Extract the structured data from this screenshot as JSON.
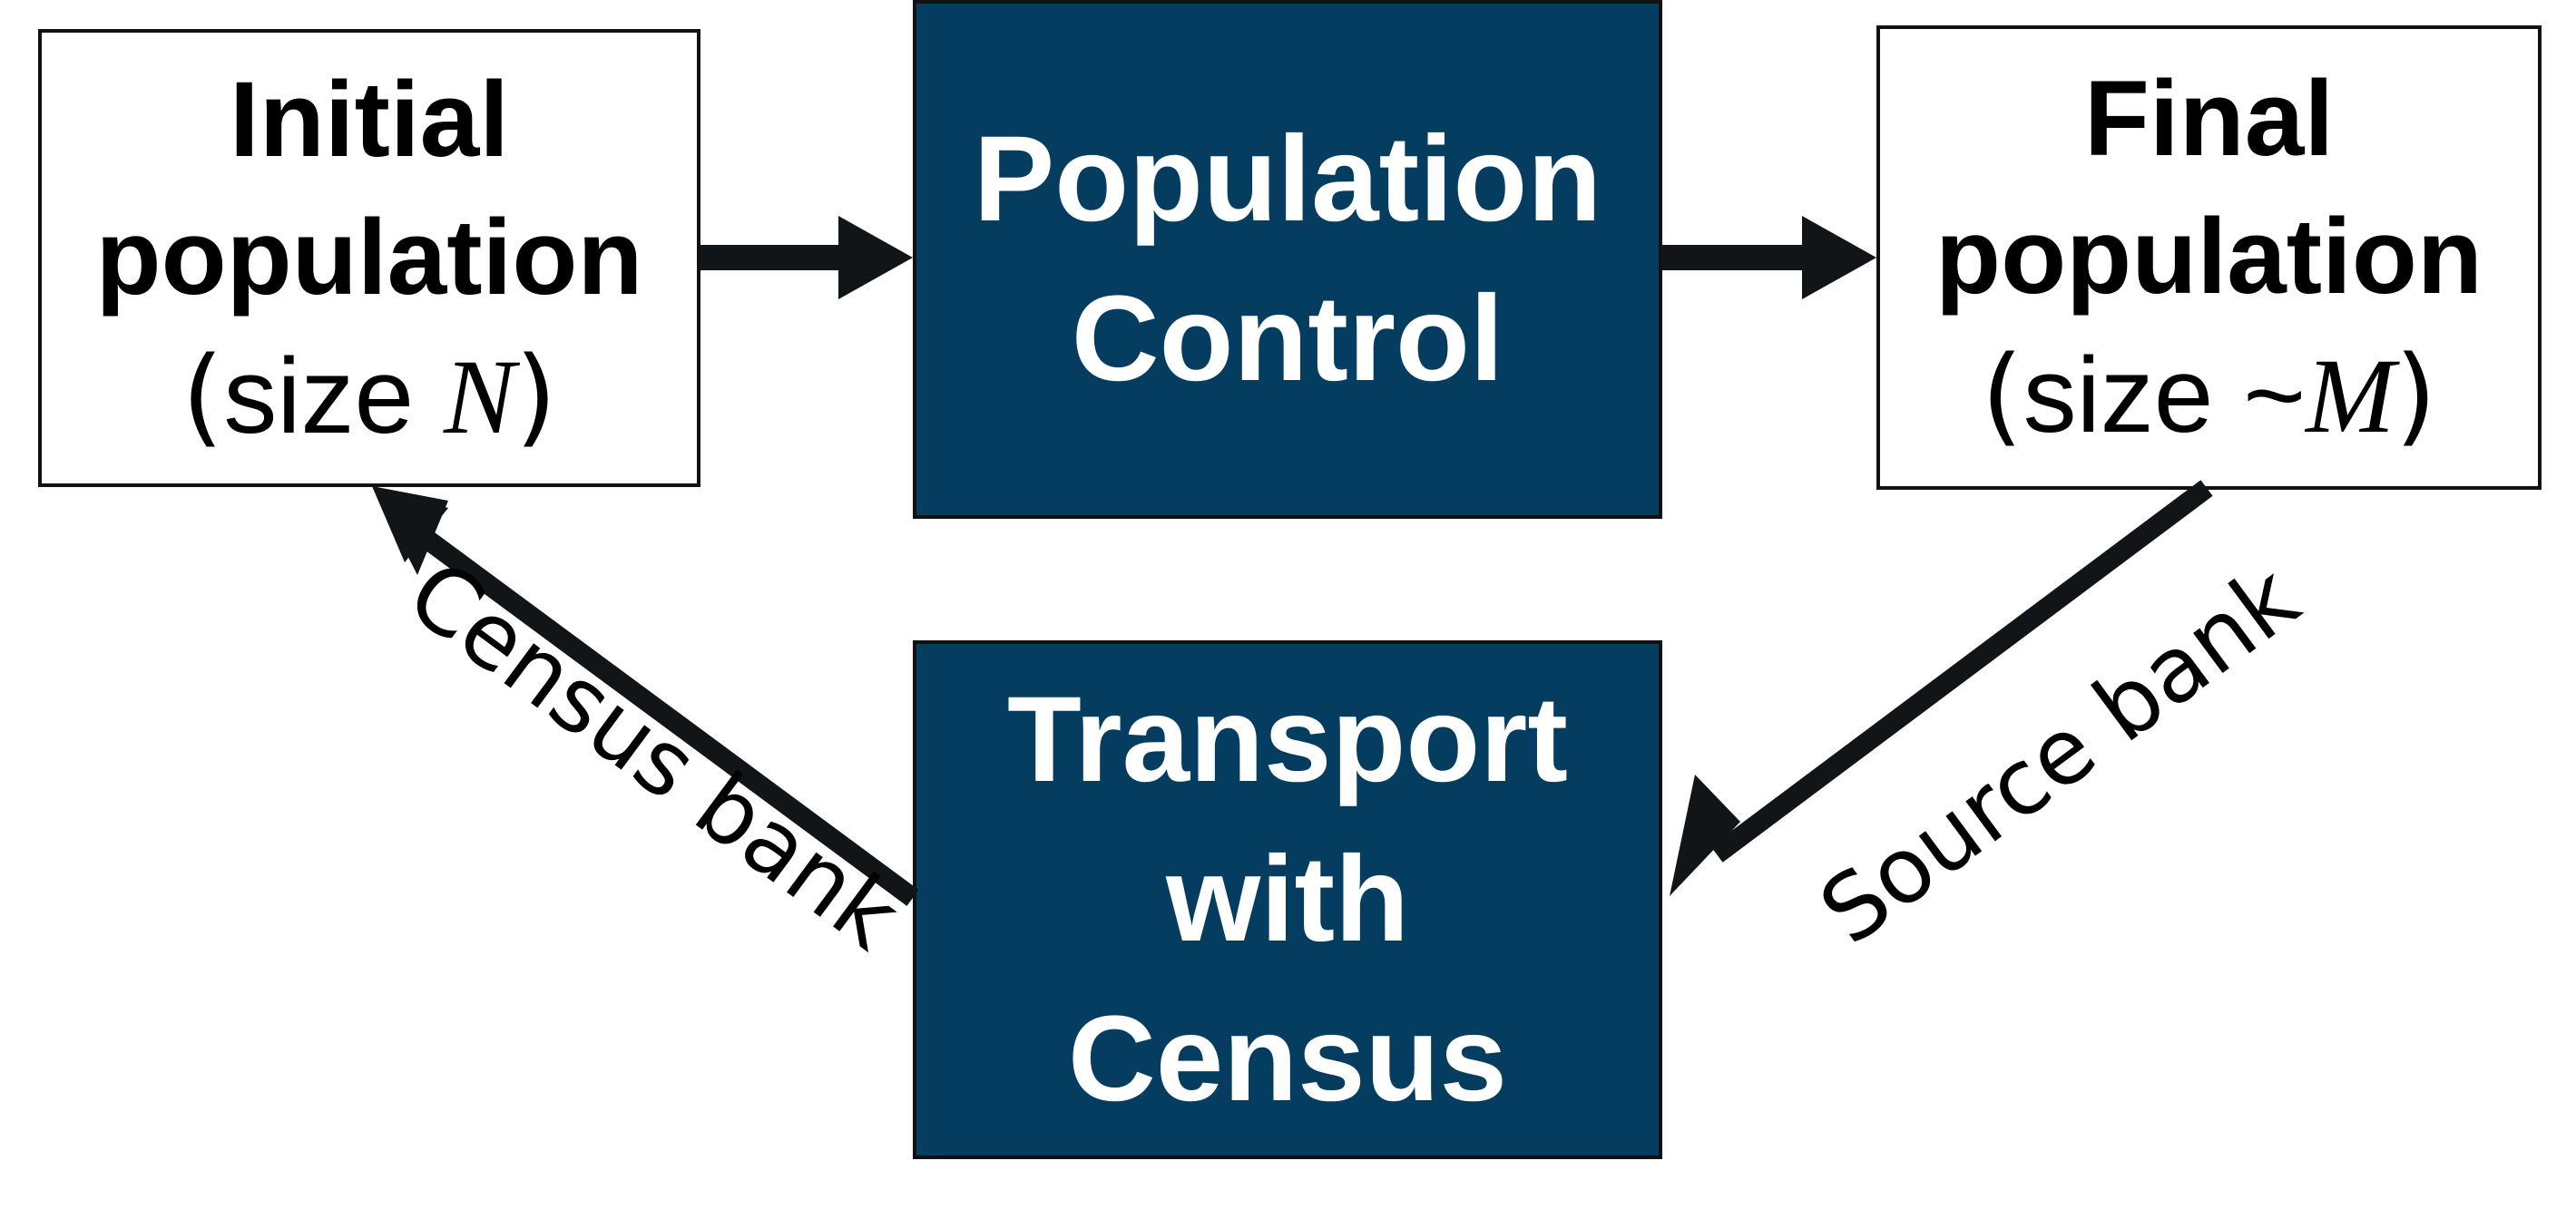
{
  "colors": {
    "process_box": "#053d60",
    "stroke": "#121517"
  },
  "nodes": {
    "initial": {
      "line1": "Initial",
      "line2": "population",
      "sub_open": "(",
      "sub_text": "size ",
      "sub_math": "N",
      "sub_close": ")"
    },
    "control": {
      "line1": "Population",
      "line2": "Control"
    },
    "final": {
      "line1": "Final",
      "line2": "population",
      "sub_open": "(",
      "sub_text": "size ~",
      "sub_math": "M",
      "sub_close": ")"
    },
    "transport": {
      "line1": "Transport",
      "line2": "with",
      "line3": "Census"
    }
  },
  "edges": {
    "census_bank_label": "Census bank",
    "source_bank_label": "Source bank"
  }
}
